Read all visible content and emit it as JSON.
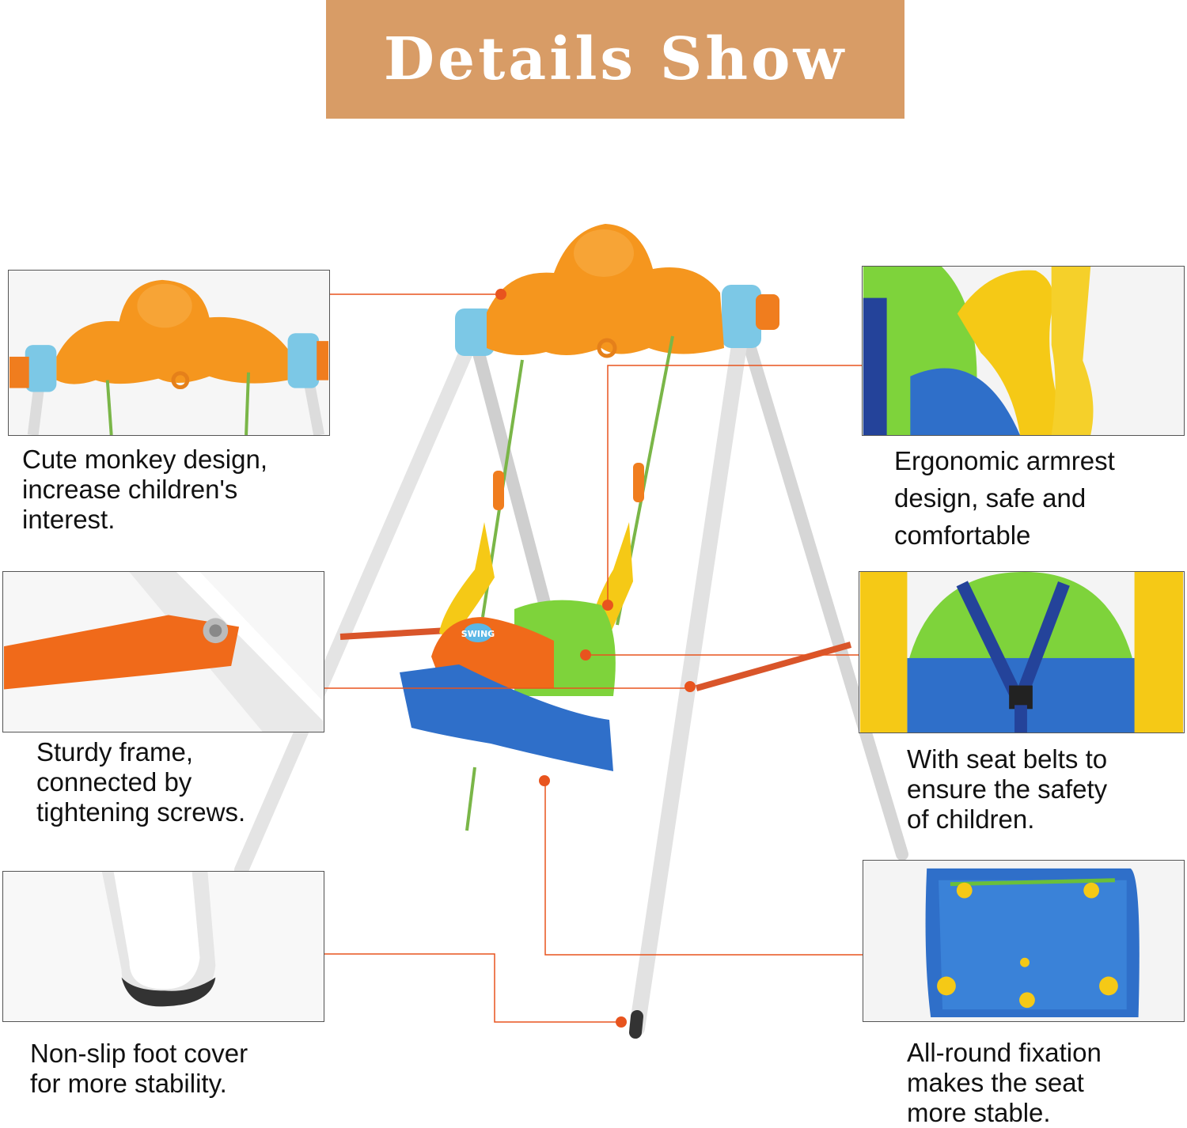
{
  "banner": {
    "title": "Details Show",
    "color": "#d89c66"
  },
  "callout_color": "#e8541e",
  "features": [
    {
      "id": "monkey",
      "lines": [
        "Cute monkey design,",
        "increase children's",
        "interest."
      ]
    },
    {
      "id": "armrest",
      "lines": [
        "Ergonomic armrest",
        "design, safe and",
        "comfortable"
      ]
    },
    {
      "id": "frame",
      "lines": [
        "Sturdy frame,",
        "connected by",
        "tightening screws."
      ]
    },
    {
      "id": "seatbelt",
      "lines": [
        "With seat belts to",
        "ensure the safety",
        "of children."
      ]
    },
    {
      "id": "foot",
      "lines": [
        "Non-slip foot cover",
        "for more stability."
      ]
    },
    {
      "id": "fixation",
      "lines": [
        "All-round fixation",
        "makes the seat",
        "more stable."
      ]
    }
  ],
  "seat_badge": "SWING"
}
